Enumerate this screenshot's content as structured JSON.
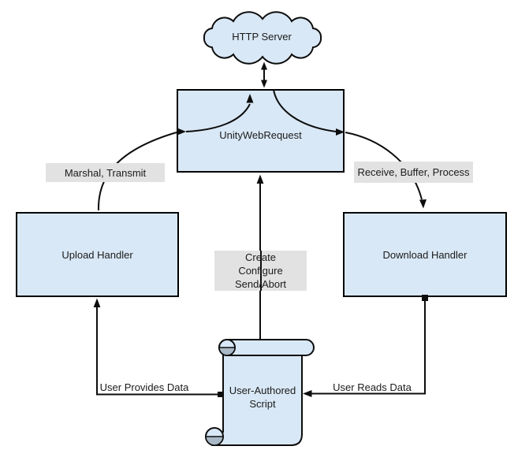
{
  "diagram": {
    "nodes": {
      "http_server": {
        "label": "HTTP Server",
        "shape": "cloud"
      },
      "unity_web_request": {
        "label": "UnityWebRequest",
        "shape": "rectangle"
      },
      "upload_handler": {
        "label": "Upload Handler",
        "shape": "rectangle"
      },
      "download_handler": {
        "label": "Download Handler",
        "shape": "rectangle"
      },
      "user_authored_script": {
        "label": "User-Authored Script",
        "shape": "scroll"
      }
    },
    "edge_labels": {
      "marshal_transmit": "Marshal, Transmit",
      "receive_buffer_process": "Receive, Buffer, Process",
      "create_configure_send_abort": "Create\nConfigure\nSend/Abort",
      "user_provides_data": "User Provides Data",
      "user_reads_data": "User Reads Data"
    },
    "edges": [
      {
        "from": "user_authored_script",
        "to": "unity_web_request",
        "label": "Create\nConfigure\nSend/Abort",
        "style": "straight-arrow-up"
      },
      {
        "from": "upload_handler",
        "to": "unity_web_request",
        "label": "Marshal, Transmit",
        "style": "curved-arrow"
      },
      {
        "from": "unity_web_request",
        "to": "http_server",
        "label": "",
        "style": "double-headed-arrow"
      },
      {
        "from": "unity_web_request",
        "to": "download_handler",
        "label": "Receive, Buffer, Process",
        "style": "curved-arrow"
      },
      {
        "from": "user_authored_script",
        "to": "upload_handler",
        "label": "User Provides Data",
        "style": "elbow-arrow"
      },
      {
        "from": "download_handler",
        "to": "user_authored_script",
        "label": "User Reads Data",
        "style": "elbow-arrow"
      }
    ],
    "colors": {
      "node_fill": "#d9e8f6",
      "node_stroke": "#000000",
      "edge_label_bg": "#e2e2e2",
      "curl_shading": "#a9b8c6",
      "background": "#ffffff"
    }
  }
}
